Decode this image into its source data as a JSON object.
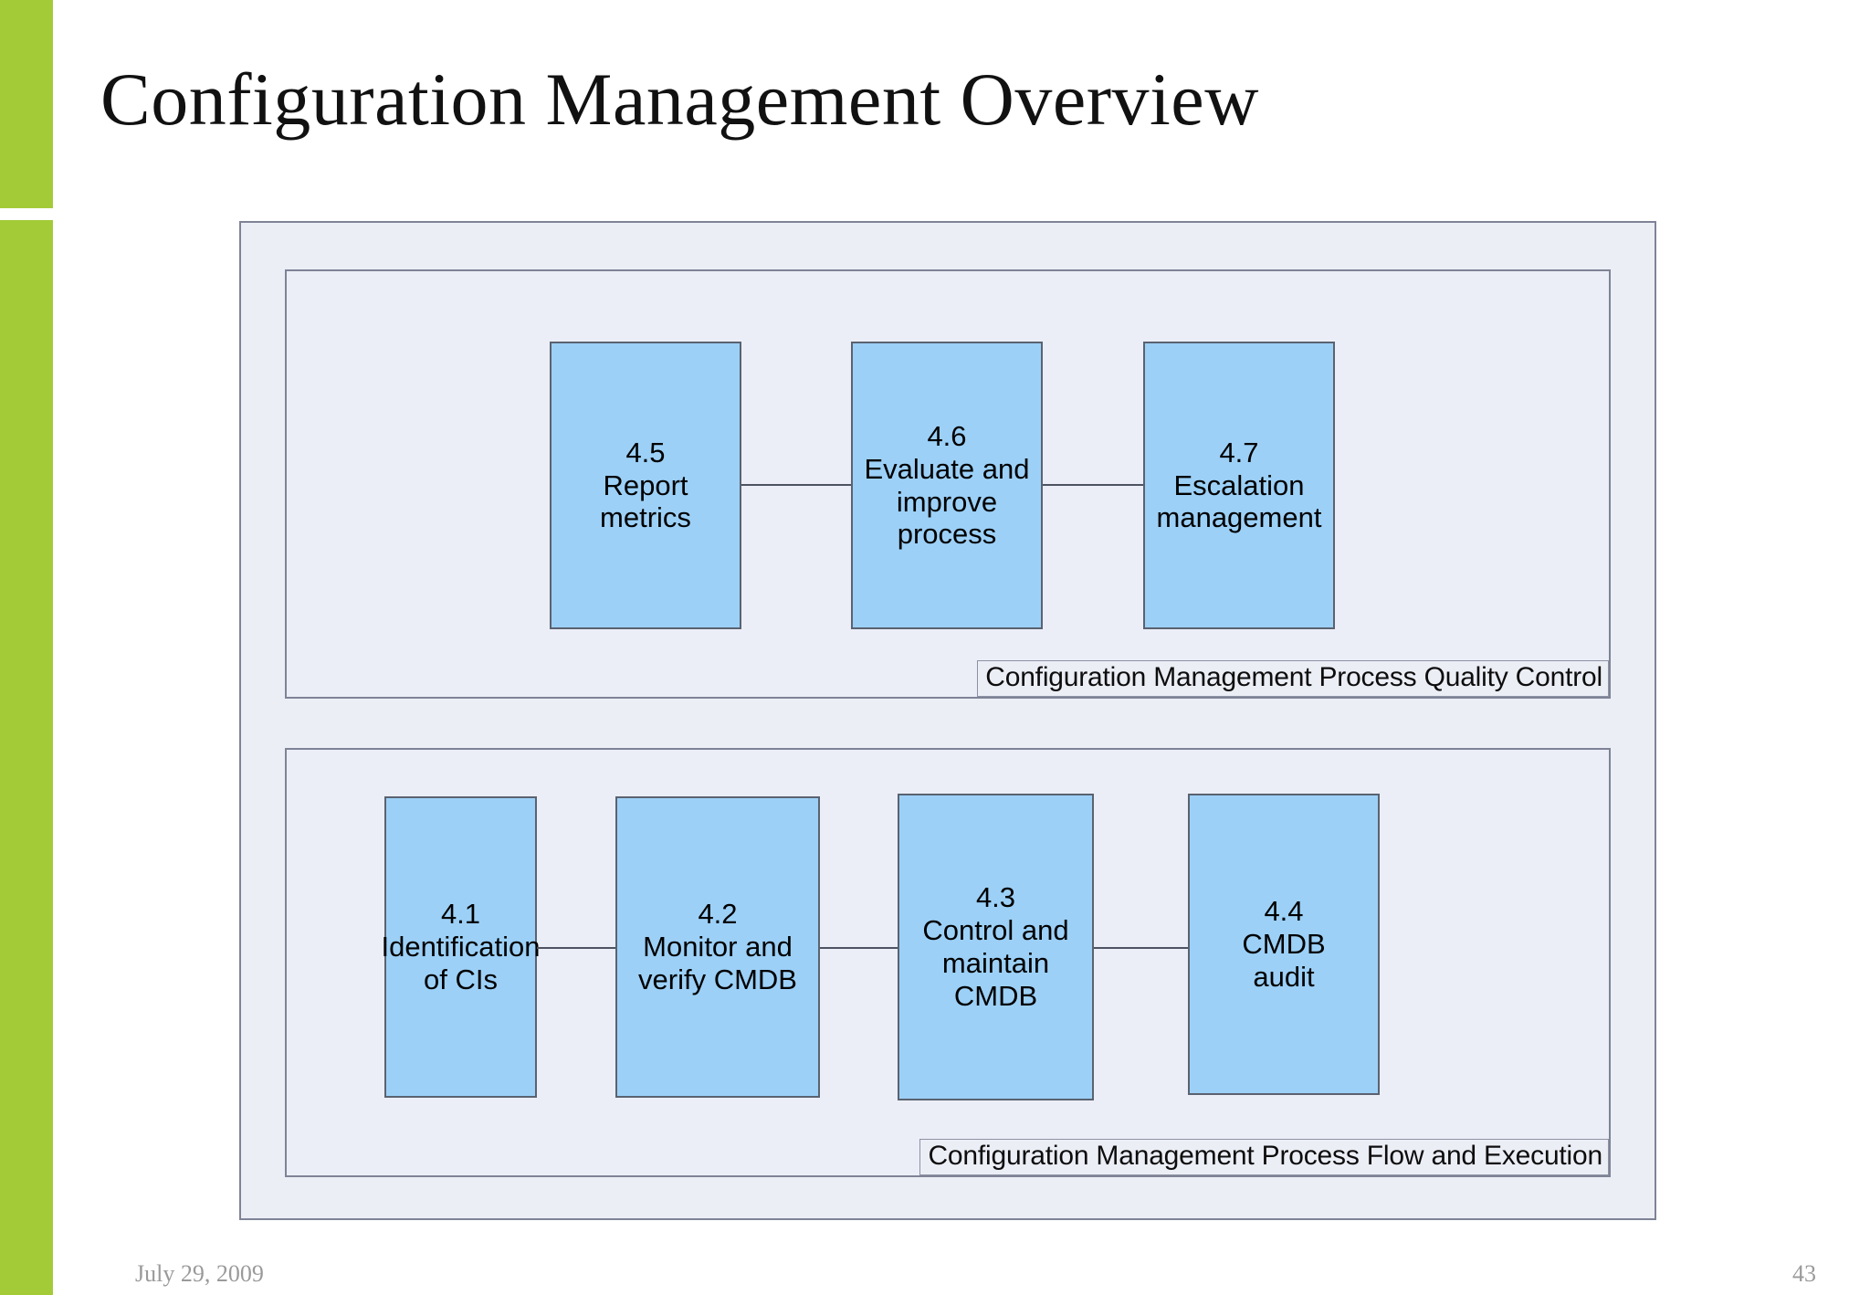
{
  "slide": {
    "title": "Configuration Management Overview",
    "accent_color": "#a3cb38",
    "box_fill_color": "#9cd0f7",
    "group_fill_color": "#ebeef7",
    "frame_fill_color": "#eceef6"
  },
  "diagram": {
    "groups": [
      {
        "id": "quality-control",
        "caption": "Configuration Management Process Quality Control",
        "boxes": [
          {
            "number": "4.5",
            "label": "Report\nmetrics"
          },
          {
            "number": "4.6",
            "label": "Evaluate and\nimprove\nprocess"
          },
          {
            "number": "4.7",
            "label": "Escalation\nmanagement"
          }
        ]
      },
      {
        "id": "flow-and-execution",
        "caption": "Configuration Management Process Flow and Execution",
        "boxes": [
          {
            "number": "4.1",
            "label": "Identification\nof CIs"
          },
          {
            "number": "4.2",
            "label": "Monitor and\nverify CMDB"
          },
          {
            "number": "4.3",
            "label": "Control and\nmaintain\nCMDB"
          },
          {
            "number": "4.4",
            "label": "CMDB\naudit"
          }
        ]
      }
    ]
  },
  "footer": {
    "date": "July 29, 2009",
    "page_number": "43"
  }
}
